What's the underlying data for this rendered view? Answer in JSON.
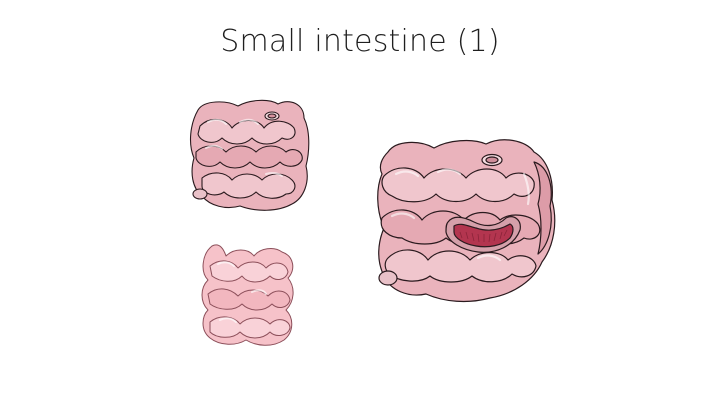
{
  "slide": {
    "title": "Small intestine (1)"
  },
  "illustrations": [
    {
      "name": "small-intestine-illustration",
      "icon": "small-intestine-icon"
    },
    {
      "name": "small-intestine-light-illustration",
      "icon": "small-intestine-icon"
    },
    {
      "name": "small-intestine-section-illustration",
      "icon": "small-intestine-cross-section-icon"
    }
  ],
  "colors": {
    "background": "#ffffff",
    "title_text": "#1f1f1f",
    "intestine_pink": "#eab3bc",
    "intestine_highlight": "#f6dde1",
    "intestine_shadow": "#cf8e9a",
    "light_pink": "#f6c2c9",
    "mucosa": "#b3354f",
    "outline": "#2a1a1e"
  }
}
